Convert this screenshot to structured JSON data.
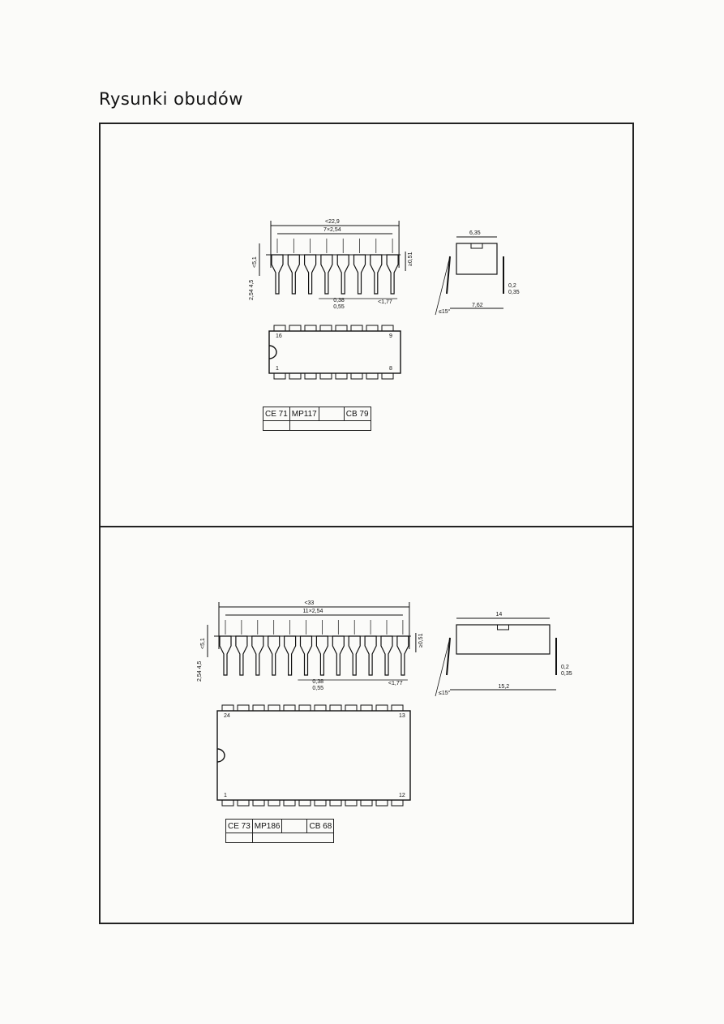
{
  "page": {
    "title": "Rysunki obudów"
  },
  "packages": [
    {
      "pins_total": 16,
      "pins_per_side": 8,
      "pin_first_bottom": "1",
      "pin_last_bottom": "8",
      "pin_first_top": "16",
      "pin_last_top": "9",
      "dims": {
        "length": "<22,9",
        "pitch": "7×2,54",
        "height": "<5,1",
        "standoff": "≥0,51",
        "lead_len": "2,54 4,5",
        "lead_w": "0,38 0,55",
        "lead_gap": "<1,77",
        "body_w": "6,35",
        "row_spacing": "7,62",
        "thickness": "0,2 0,35",
        "angle": "≤15°"
      },
      "codes": [
        "CE 71",
        "MP117",
        "",
        "CB 79"
      ]
    },
    {
      "pins_total": 24,
      "pins_per_side": 12,
      "pin_first_bottom": "1",
      "pin_last_bottom": "12",
      "pin_first_top": "24",
      "pin_last_top": "13",
      "dims": {
        "length": "<33",
        "pitch": "11×2,54",
        "height": "<5,1",
        "standoff": "≥0,51",
        "lead_len": "2,54 4,5",
        "lead_w": "0,38 0,55",
        "lead_gap": "<1,77",
        "body_w": "14",
        "row_spacing": "15,2",
        "thickness": "0,2 0,35",
        "angle": "≤15°"
      },
      "codes": [
        "CE 73",
        "MP186",
        "",
        "CB 68"
      ]
    }
  ]
}
